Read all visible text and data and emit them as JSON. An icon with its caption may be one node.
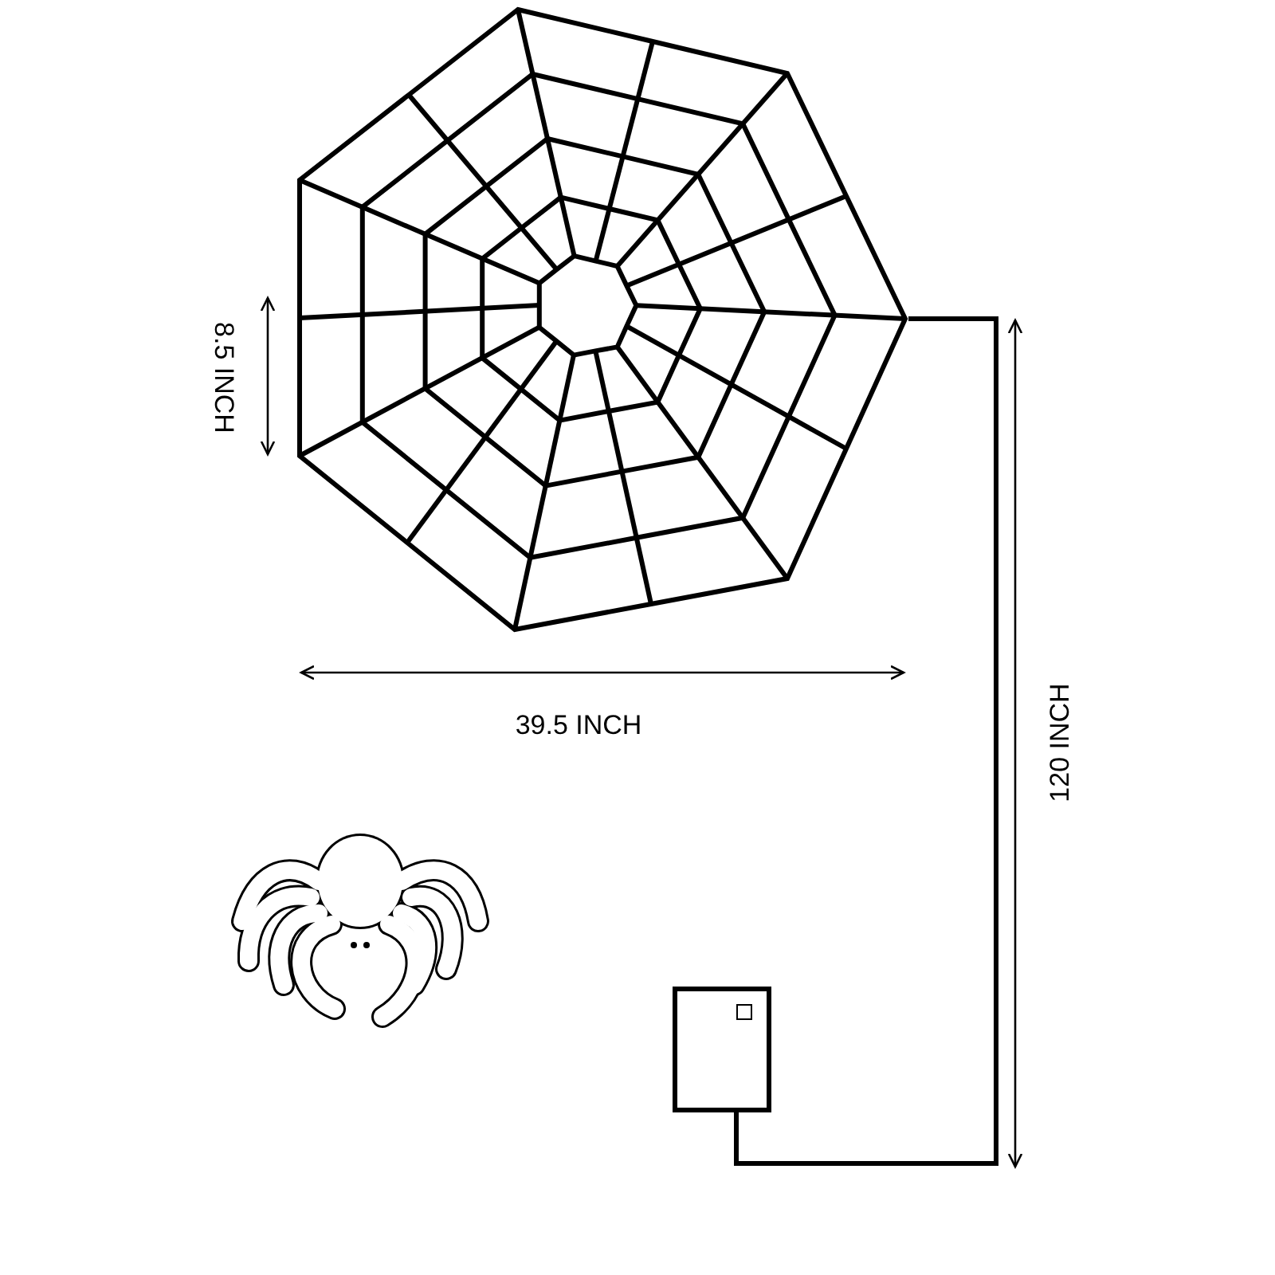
{
  "diagram": {
    "nodes": [
      {
        "text": [],
        "shape": "picture"
      },
      {
        "text": [],
        "shape": "box"
      },
      {
        "text": [],
        "shape": "picture"
      }
    ],
    "edges": [
      {
        "from": 0,
        "to": 1,
        "arrow": "none"
      }
    ],
    "labels": [
      "8.5 INCH",
      "39.5 INCH",
      "120 INCH"
    ]
  }
}
